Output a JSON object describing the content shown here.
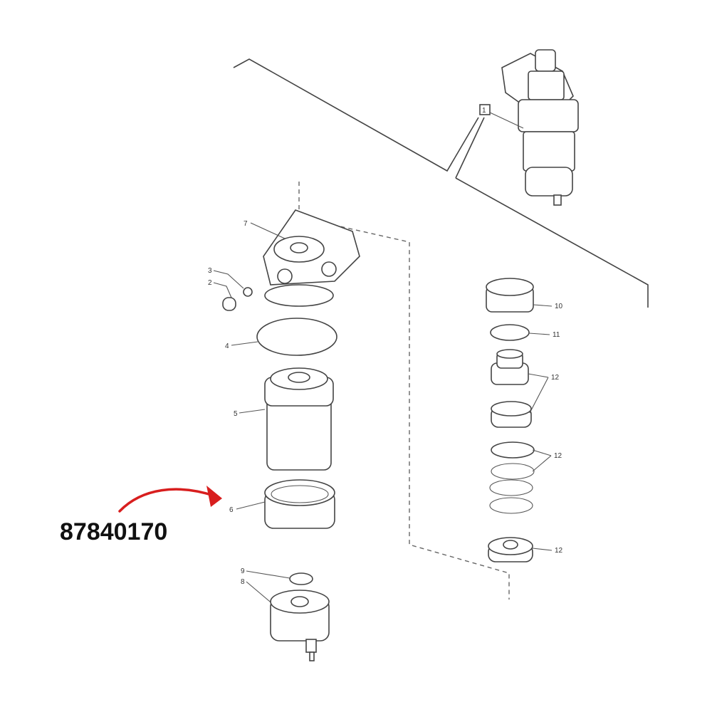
{
  "part_number": "87840170",
  "arrow_color": "#d81e1e",
  "callouts": {
    "assembly": "1",
    "c2": "2",
    "c3": "3",
    "c4": "4",
    "c5": "5",
    "c6": "6",
    "c7": "7",
    "c8": "8",
    "c9": "9",
    "c10": "10",
    "c11": "11",
    "c12a": "12",
    "c12b": "12",
    "c12c": "12"
  }
}
